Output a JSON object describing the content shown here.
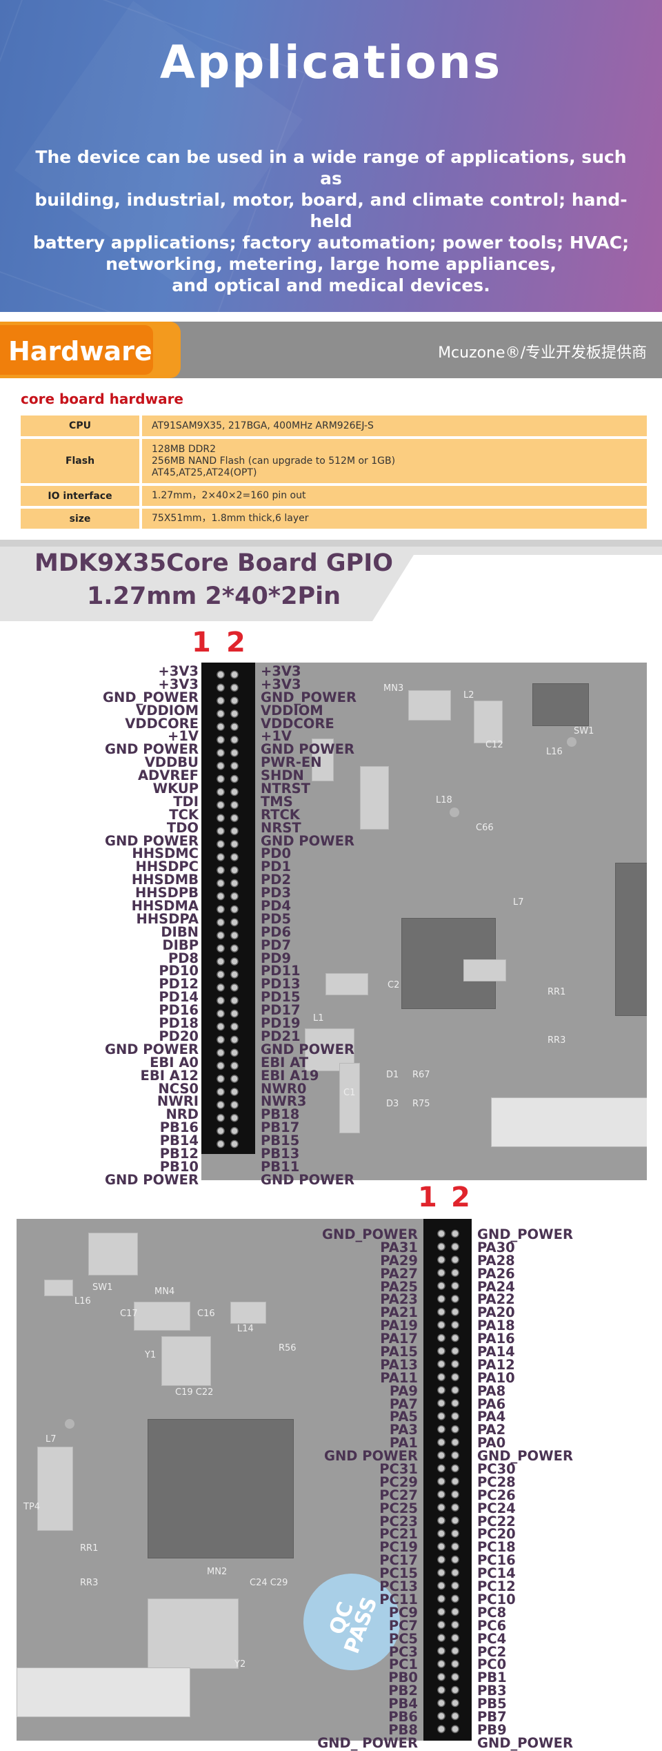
{
  "applications": {
    "title": "Applications",
    "lines": [
      "The device can be used in a wide range of applications, such as",
      "building, industrial, motor, board, and climate control; hand-held",
      "battery applications; factory automation; power tools; HVAC;",
      "networking, metering, large home appliances,",
      "and optical and medical devices."
    ]
  },
  "hardware": {
    "title": "Hardware",
    "brand": "Mcuzone®/专业开发板提供商"
  },
  "core_board": {
    "title": "core board hardware",
    "rows": [
      {
        "label": "CPU",
        "values": [
          "AT91SAM9X35, 217BGA, 400MHz ARM926EJ-S"
        ]
      },
      {
        "label": "Flash",
        "values": [
          "128MB DDR2",
          "256MB NAND Flash (can upgrade to 512M or 1GB)",
          "AT45,AT25,AT24(OPT)"
        ]
      },
      {
        "label": "IO interface",
        "values": [
          "1.27mm，2×40×2=160 pin out"
        ]
      },
      {
        "label": "size",
        "values": [
          "75X51mm，1.8mm thick,6 layer"
        ]
      }
    ]
  },
  "gpio": {
    "title_line1": "MDK9X35Core Board GPIO",
    "title_line2": "1.27mm 2*40*2Pin"
  },
  "header1": {
    "num1": "1",
    "num2": "2",
    "left": [
      "+3V3",
      "+3V3",
      "GND_POWER",
      "VDDIOM",
      "VDDCORE",
      "+1V",
      "GND POWER",
      "VDDBU",
      "ADVREF",
      "WKUP",
      "TDI",
      "TCK",
      "TDO",
      "GND POWER",
      "HHSDMC",
      "HHSDPC",
      "HHSDMB",
      "HHSDPB",
      "HHSDMA",
      "HHSDPA",
      "DIBN",
      "DIBP",
      "PD8",
      "PD10",
      "PD12",
      "PD14",
      "PD16",
      "PD18",
      "PD20",
      "GND POWER",
      "EBI A0",
      "EBI A12",
      "NCS0",
      "NWRI",
      "NRD",
      "PB16",
      "PB14",
      "PB12",
      "PB10",
      "GND POWER"
    ],
    "right": [
      "+3V3",
      "+3V3",
      "GND_POWER",
      "VDDIOM",
      "VDDCORE",
      "+1V",
      "GND POWER",
      "PWR-EN",
      "SHDN",
      "NTRST",
      "TMS",
      "RTCK",
      "NRST",
      "GND POWER",
      "PD0",
      "PD1",
      "PD2",
      "PD3",
      "PD4",
      "PD5",
      "PD6",
      "PD7",
      "PD9",
      "PD11",
      "PD13",
      "PD15",
      "PD17",
      "PD19",
      "PD21",
      "GND POWER",
      "EBI AT",
      "EBI A19",
      "NWR0",
      "NWR3",
      "PB18",
      "PB17",
      "PB15",
      "PB13",
      "PB11",
      "GND POWER"
    ]
  },
  "header2": {
    "num1": "1",
    "num2": "2",
    "left": [
      "GND_POWER",
      "PA31",
      "PA29",
      "PA27",
      "PA25",
      "PA23",
      "PA21",
      "PA19",
      "PA17",
      "PA15",
      "PA13",
      "PA11",
      "PA9",
      "PA7",
      "PA5",
      "PA3",
      "PA1",
      "GND POWER",
      "PC31",
      "PC29",
      "PC27",
      "PC25",
      "PC23",
      "PC21",
      "PC19",
      "PC17",
      "PC15",
      "PC13",
      "PC11",
      "PC9",
      "PC7",
      "PC5",
      "PC3",
      "PC1",
      "PB0",
      "PB2",
      "PB4",
      "PB6",
      "PB8",
      "GND_ POWER"
    ],
    "right": [
      "GND_POWER",
      "PA30",
      "PA28",
      "PA26",
      "PA24",
      "PA22",
      "PA20",
      "PA18",
      "PA16",
      "PA14",
      "PA12",
      "PA10",
      "PA8",
      "PA6",
      "PA4",
      "PA2",
      "PA0",
      "GND_POWER",
      "PC30",
      "PC28",
      "PC26",
      "PC24",
      "PC22",
      "PC20",
      "PC18",
      "PC16",
      "PC14",
      "PC12",
      "PC10",
      "PC8",
      "PC6",
      "PC4",
      "PC2",
      "PC0",
      "PB1",
      "PB3",
      "PB5",
      "PB7",
      "PB9",
      "GND_POWER"
    ]
  },
  "board_silk": {
    "l2": "L2",
    "c12": "C12",
    "sw1": "SW1",
    "l16": "L16",
    "mn3": "MN3",
    "c66": "C66",
    "l18": "L18",
    "l7": "L7",
    "c2": "C2",
    "l1": "L1",
    "d1": "D1",
    "d3": "D3",
    "c1": "C1",
    "r67": "R67",
    "r75": "R75",
    "rr1": "RR1",
    "rr3": "RR3",
    "mn4": "MN4",
    "c17": "C17",
    "c16": "C16",
    "l14": "L14",
    "y1": "Y1",
    "c19c22": "C19  C22",
    "r56": "R56",
    "mn2": "MN2",
    "c24c29": "C24  C29",
    "y2": "Y2",
    "tp4": "TP4",
    "pass_top": "QC",
    "pass_bottom": "PASS"
  }
}
